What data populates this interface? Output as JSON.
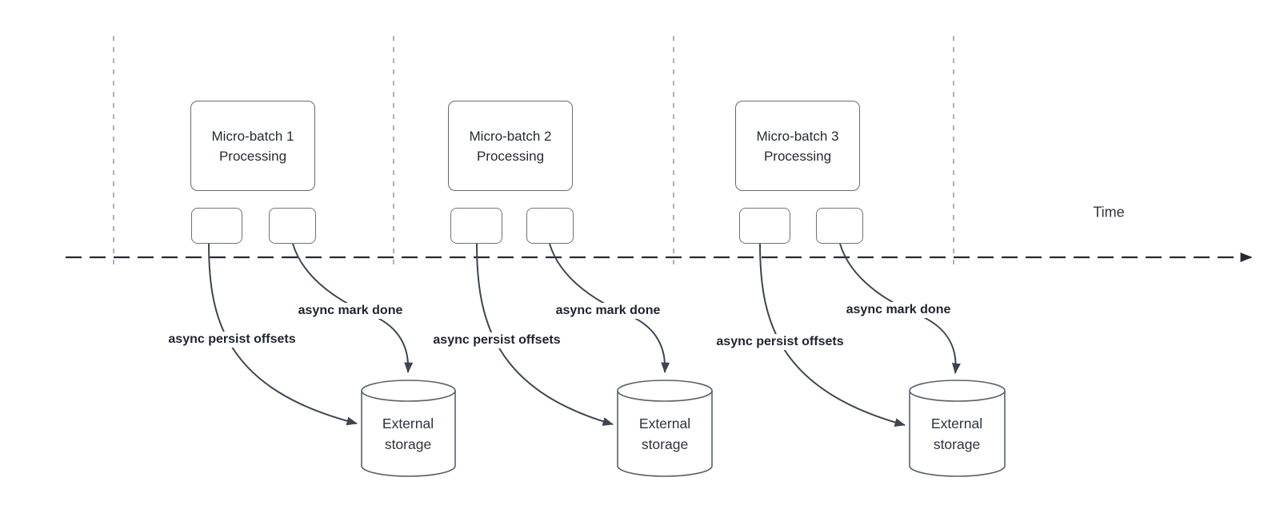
{
  "diagram": {
    "time_label": "Time",
    "groups": [
      {
        "process_label": "Micro-batch 1 Processing",
        "persist_label": "async persist offsets",
        "mark_done_label": "async mark done",
        "storage_label": "External storage"
      },
      {
        "process_label": "Micro-batch 2 Processing",
        "persist_label": "async persist offsets",
        "mark_done_label": "async mark done",
        "storage_label": "External storage"
      },
      {
        "process_label": "Micro-batch 3 Processing",
        "persist_label": "async persist offsets",
        "mark_done_label": "async mark done",
        "storage_label": "External storage"
      }
    ],
    "colors": {
      "background": "#ffffff",
      "flow_stroke": "#3e4550",
      "timeline_stroke": "#262b34",
      "guide_stroke": "#abaeb2",
      "shape_border": "#666b72",
      "cylinder_border": "#5a616b",
      "text": "#262b33",
      "bold_label_text": "#1f242e"
    }
  }
}
